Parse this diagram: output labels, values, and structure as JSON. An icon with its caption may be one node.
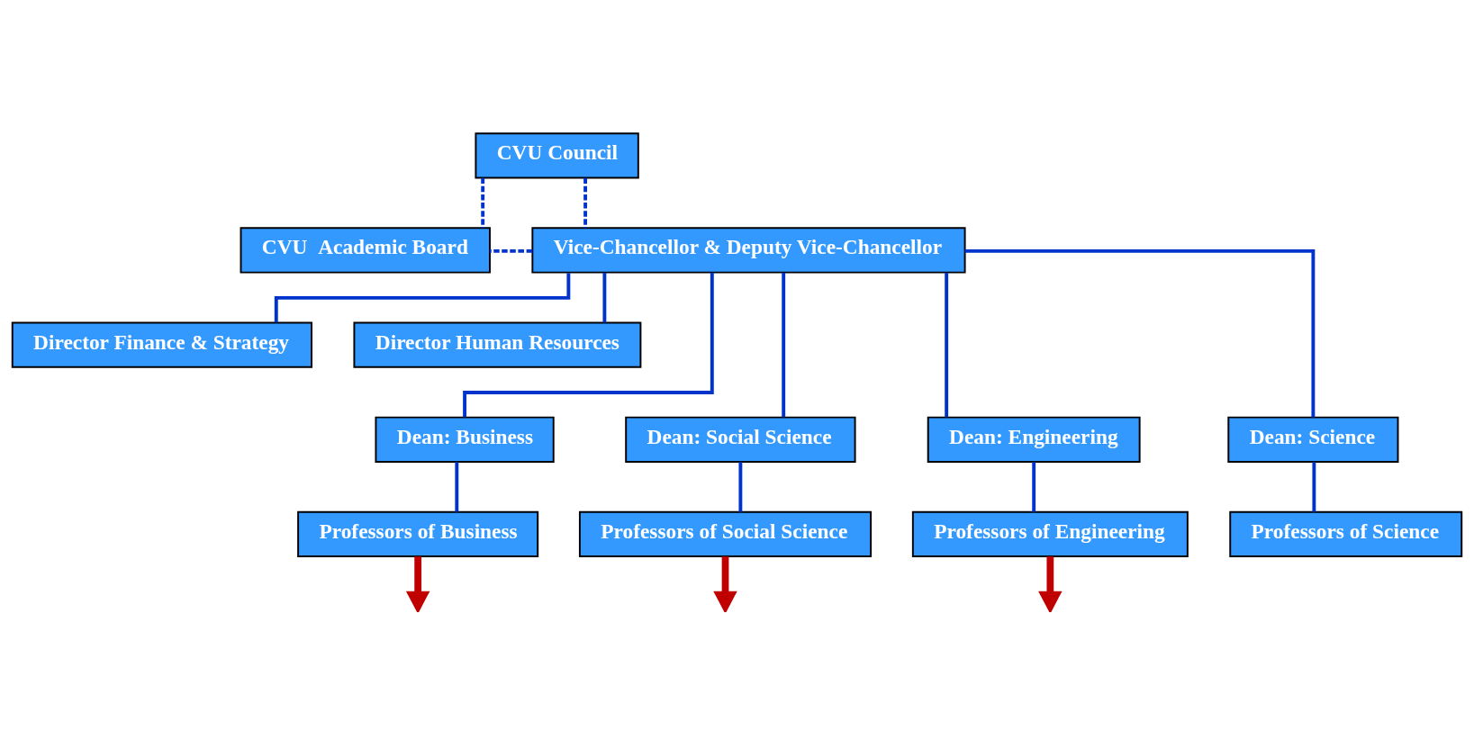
{
  "diagram": {
    "nodes": [
      {
        "text": [
          "CVU Council"
        ]
      },
      {
        "text": [
          "CVU  Academic Board"
        ]
      },
      {
        "text": [
          "Vice-Chancellor & Deputy Vice-Chancellor"
        ]
      },
      {
        "text": [
          "Director Finance & Strategy"
        ]
      },
      {
        "text": [
          "Director Human Resources"
        ]
      },
      {
        "text": [
          "Dean: Business"
        ]
      },
      {
        "text": [
          "Dean: Social Science"
        ]
      },
      {
        "text": [
          "Dean: Engineering"
        ]
      },
      {
        "text": [
          "Dean: Science"
        ]
      },
      {
        "text": [
          "Professors of Business"
        ]
      },
      {
        "text": [
          "Professors of Social Science"
        ]
      },
      {
        "text": [
          "Professors of Engineering"
        ]
      },
      {
        "text": [
          "Professors of Science"
        ]
      }
    ],
    "edges": [
      {
        "from": 0,
        "to": 2,
        "arrow": "none",
        "style": "dashed"
      },
      {
        "from": 0,
        "to": 1,
        "arrow": "none",
        "style": "dashed"
      },
      {
        "from": 2,
        "to": 1,
        "arrow": "none",
        "style": "dashed"
      },
      {
        "from": 2,
        "to": 3,
        "arrow": "none"
      },
      {
        "from": 2,
        "to": 4,
        "arrow": "none"
      },
      {
        "from": 2,
        "to": 5,
        "arrow": "none"
      },
      {
        "from": 2,
        "to": 6,
        "arrow": "none"
      },
      {
        "from": 2,
        "to": 7,
        "arrow": "none"
      },
      {
        "from": 2,
        "to": 8,
        "arrow": "none"
      },
      {
        "from": 5,
        "to": 9,
        "arrow": "none"
      },
      {
        "from": 6,
        "to": 10,
        "arrow": "none"
      },
      {
        "from": 7,
        "to": 11,
        "arrow": "none"
      },
      {
        "from": 8,
        "to": 12,
        "arrow": "none"
      },
      {
        "from": 9,
        "to": null,
        "arrow": "to",
        "style": "thick",
        "color": "#c00000"
      },
      {
        "from": 10,
        "to": null,
        "arrow": "to",
        "style": "thick",
        "color": "#c00000"
      },
      {
        "from": 11,
        "to": null,
        "arrow": "to",
        "style": "thick",
        "color": "#c00000"
      }
    ]
  }
}
